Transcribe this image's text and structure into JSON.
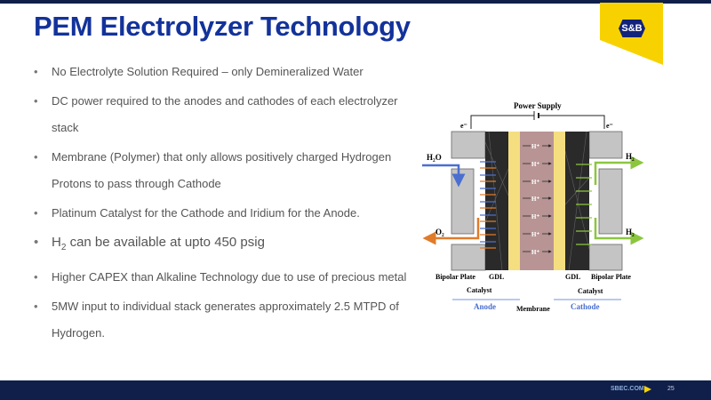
{
  "title": "PEM Electrolyzer Technology",
  "logo_text": "S&B",
  "bullets": [
    "No Electrolyte Solution Required – only Demineralized Water",
    "DC power required to the anodes and cathodes of each electrolyzer stack",
    "Membrane (Polymer) that only allows positively charged Hydrogen Protons to pass through Cathode",
    "Platinum Catalyst for the Cathode and Iridium for the Anode.",
    {
      "pre": "H",
      "sub": "2",
      "post": " can be available at upto 450 psig"
    },
    "Higher CAPEX than Alkaline Technology due to use of precious metal",
    "5MW input to individual stack generates approximately 2.5 MTPD of Hydrogen."
  ],
  "diagram": {
    "power_supply": "Power Supply",
    "e_left": "e⁻",
    "e_right": "e⁻",
    "h2o": "H₂O",
    "o2": "O₂",
    "h2_top": "H₂",
    "h2_bottom": "H₂",
    "proton": "H⁺",
    "bipolar_left": "Bipolar Plate",
    "gdl_left": "GDL",
    "catalyst_left": "Catalyst",
    "gdl_right": "GDL",
    "bipolar_right": "Bipolar Plate",
    "catalyst_right": "Catalyst",
    "anode": "Anode",
    "membrane": "Membrane",
    "cathode": "Cathode",
    "colors": {
      "water": "#4a6fd0",
      "oxygen": "#e07b2a",
      "hydrogen": "#8cc63f",
      "membrane": "#b89494",
      "catalyst": "#f5de80",
      "plate": "#c4c4c4"
    }
  },
  "footer": {
    "site": "SBEC.COM",
    "page": "25"
  }
}
